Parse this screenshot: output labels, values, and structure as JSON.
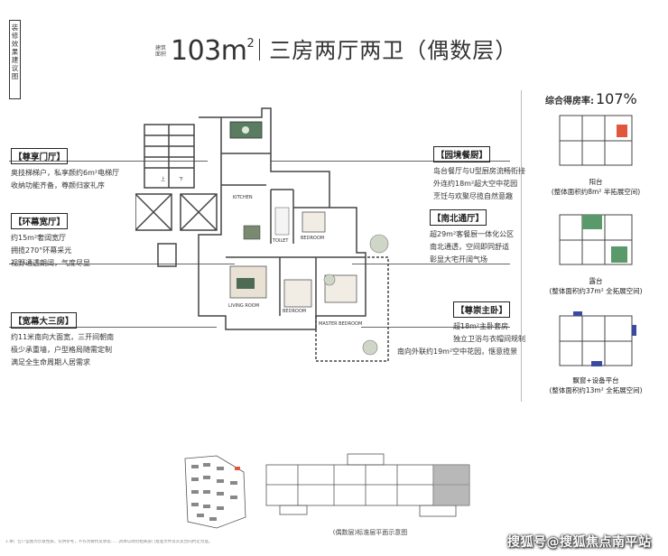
{
  "side_label": "装修效果建议图",
  "header": {
    "area_tag": "建筑面积",
    "area_value": "103m",
    "area_unit_sup": "2",
    "layout_name": "三房两厅两卫（偶数层）"
  },
  "features_left": [
    {
      "title": "【尊享门厅】",
      "lines": [
        "奥技梯梯户，私享颜约6m²电梯厅",
        "收纳功能齐备，尊颜归家礼序"
      ]
    },
    {
      "title": "【环幕宽厅】",
      "lines": [
        "约15m²奢阔宽厅",
        "拥揽270°环幕采光",
        "视野通透朗阔，气度尽显"
      ]
    },
    {
      "title": "【宽幕大三房】",
      "lines": [
        "约11米南向大面宽，三开间朝南",
        "极少承重墙，户型格局随需定制",
        "满足全生命周期人居需求"
      ]
    }
  ],
  "features_right": [
    {
      "title": "【园境餐厨】",
      "lines": [
        "岛台餐厅与U型厨房流畅衔接",
        "外连约18m²超大空中花园",
        "烹饪与欢聚尽揽自然意趣"
      ]
    },
    {
      "title": "【南北通厅】",
      "lines": [
        "超29m²客餐厨一体化公区",
        "南北通透，空间即同舒适",
        "彰显大宅开阔气场"
      ]
    },
    {
      "title": "【尊崇主卧】",
      "lines": [
        "超18m²主卧套房",
        "独立卫浴与衣帽间规制",
        "南向外联约19m²空中花园，惬意揽景"
      ]
    }
  ],
  "plan": {
    "room_labels": [
      "上",
      "下",
      "KITCHEN",
      "TOILET",
      "BEDROOM",
      "LIVING ROOM",
      "BEDROOM",
      "MASTER BEDROOM"
    ]
  },
  "ratio": {
    "label": "综合得房率:",
    "value": "107%"
  },
  "mini_plans": [
    {
      "label": "阳台",
      "note": "(整体面积约8m² 半拓展空间)"
    },
    {
      "label": "露台",
      "note": "(整体面积约37m² 全拓展空间)"
    },
    {
      "label": "飘窗+设备平台",
      "note": "(整体面积约13m² 全拓展空间)"
    }
  ],
  "bottom": {
    "caption": "(偶数层)标准层平面示意图"
  },
  "disclaimer": "1.本广告户型图为示意性质，仅供参考，不作为要约及承诺……具体以政府相关部门批准文件及买卖合同约定为准。",
  "watermark": "搜狐号@搜狐焦点南平站",
  "colors": {
    "accent_highlight": "#e0573b",
    "green_zone": "#5a9a6a",
    "blue_zone": "#3a4aa0"
  }
}
